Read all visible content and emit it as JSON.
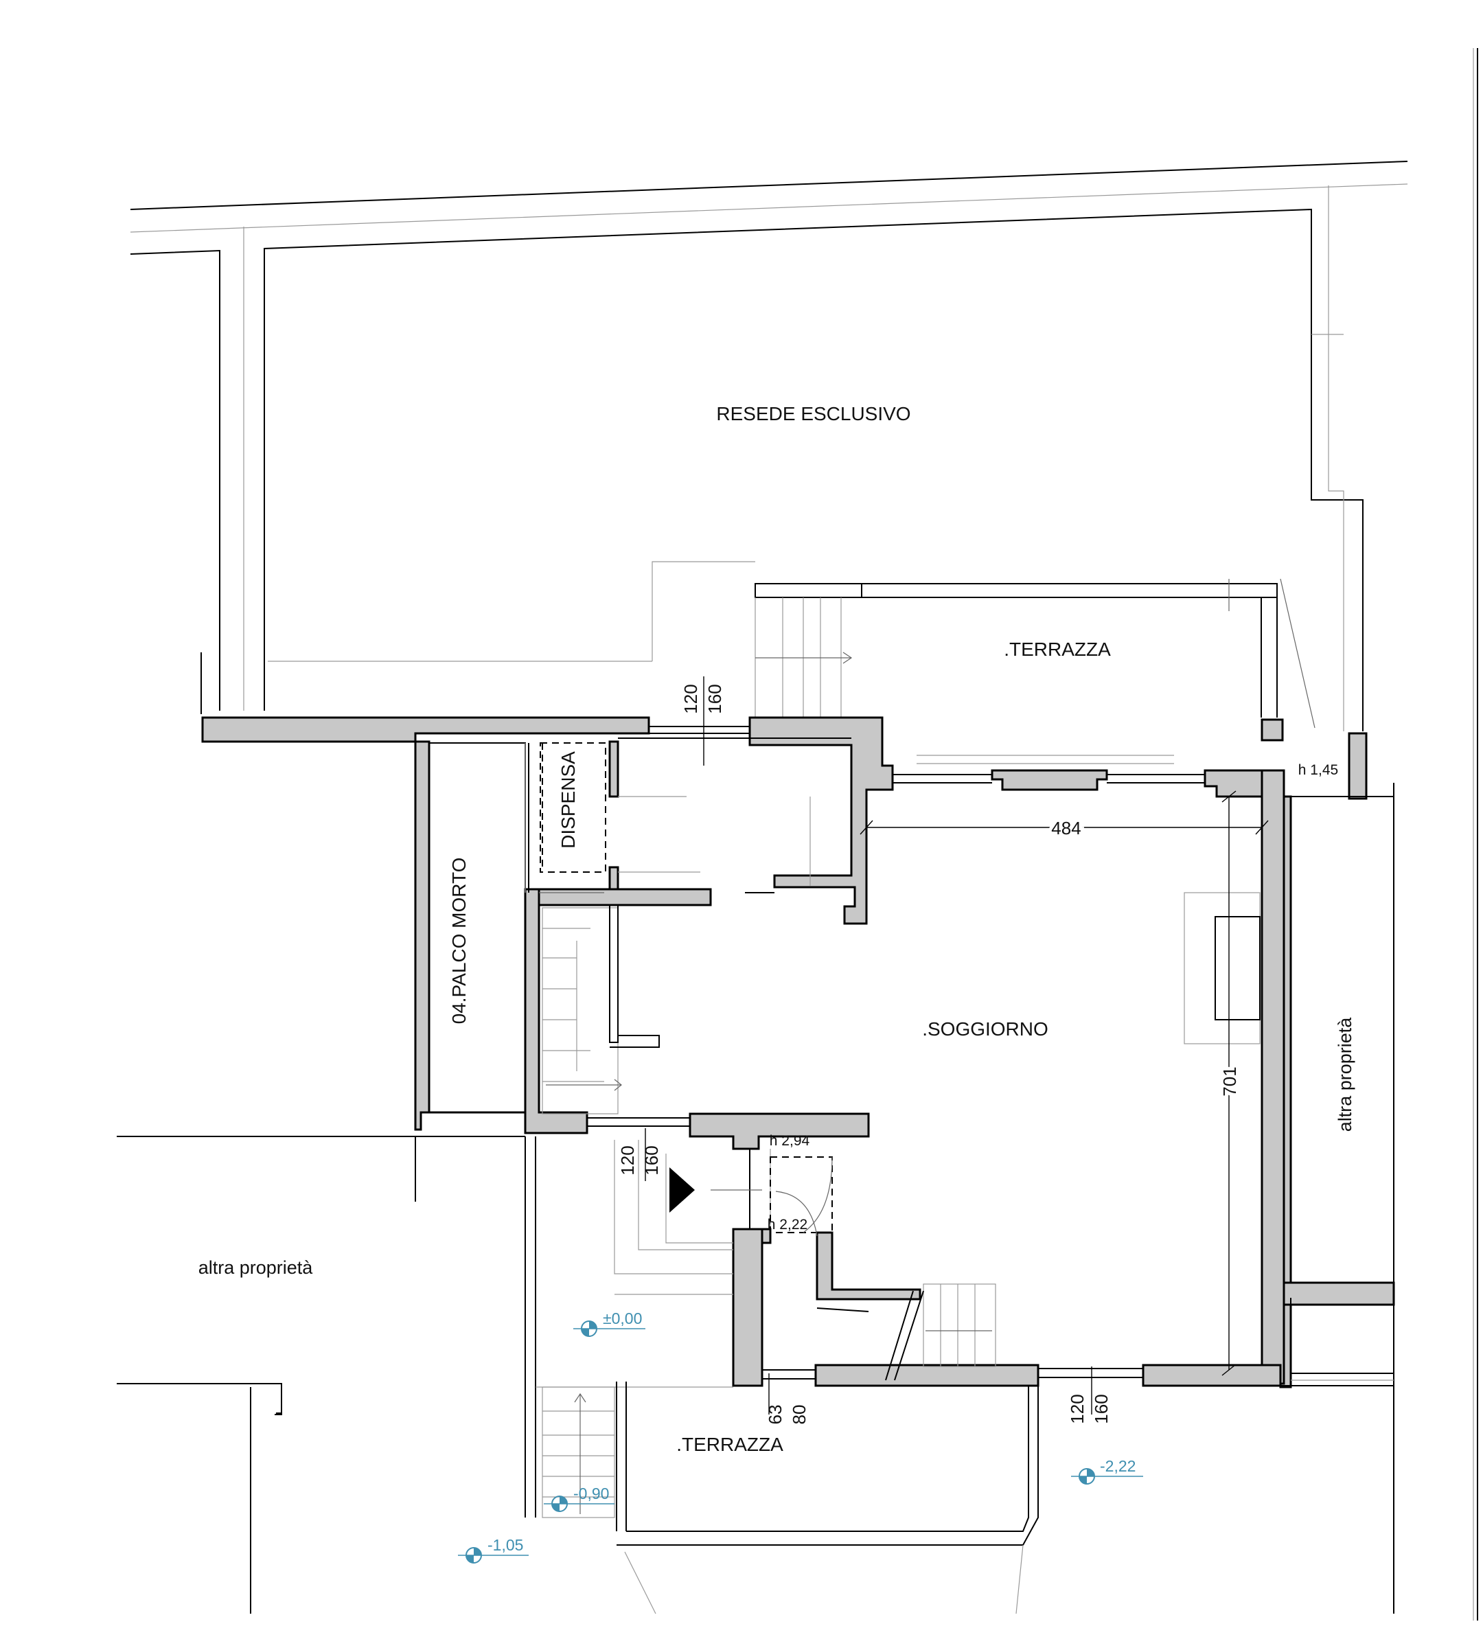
{
  "rooms": {
    "resede": "RESEDE ESCLUSIVO",
    "terrazza_top": ".TERRAZZA",
    "dispensa": "DISPENSA",
    "palco_morto": "04.PALCO MORTO",
    "soggiorno": ".SOGGIORNO",
    "terrazza_bottom": ".TERRAZZA",
    "altra_proprieta_right": "altra proprietà",
    "altra_proprieta_left": "altra proprietà"
  },
  "dimensions": {
    "top_window_a": "120",
    "top_window_b": "160",
    "width_484": "484",
    "height_701": "701",
    "entrance_a": "120",
    "entrance_b": "160",
    "bottom_window_a": "63",
    "bottom_window_b": "80",
    "terrace_door_a": "120",
    "terrace_door_b": "160"
  },
  "heights": {
    "h_145": "h 1,45",
    "h_294": "h 2,94",
    "h_222": "h 2,22"
  },
  "elevations": {
    "e_000": "±0,00",
    "e_m090": "-0,90",
    "e_m105": "-1,05",
    "e_m222": "-2,22"
  },
  "colors": {
    "wall_fill": "#c8c8c8",
    "elevation_marker": "#3f8fb0"
  }
}
